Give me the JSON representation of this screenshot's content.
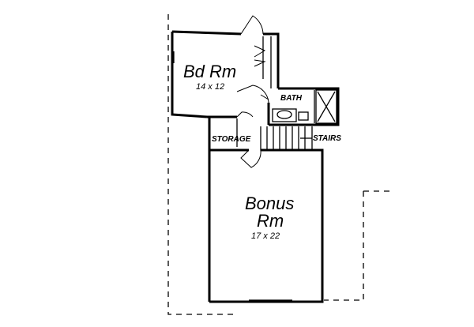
{
  "rooms": {
    "bedroom": {
      "name": "Bd Rm",
      "size": "14 x 12"
    },
    "bonus": {
      "name_line1": "Bonus",
      "name_line2": "Rm",
      "size": "17 x 22"
    },
    "bath": {
      "name": "BATH"
    },
    "storage": {
      "name": "STORAGE"
    },
    "stairs": {
      "name": "STAIRS"
    }
  }
}
